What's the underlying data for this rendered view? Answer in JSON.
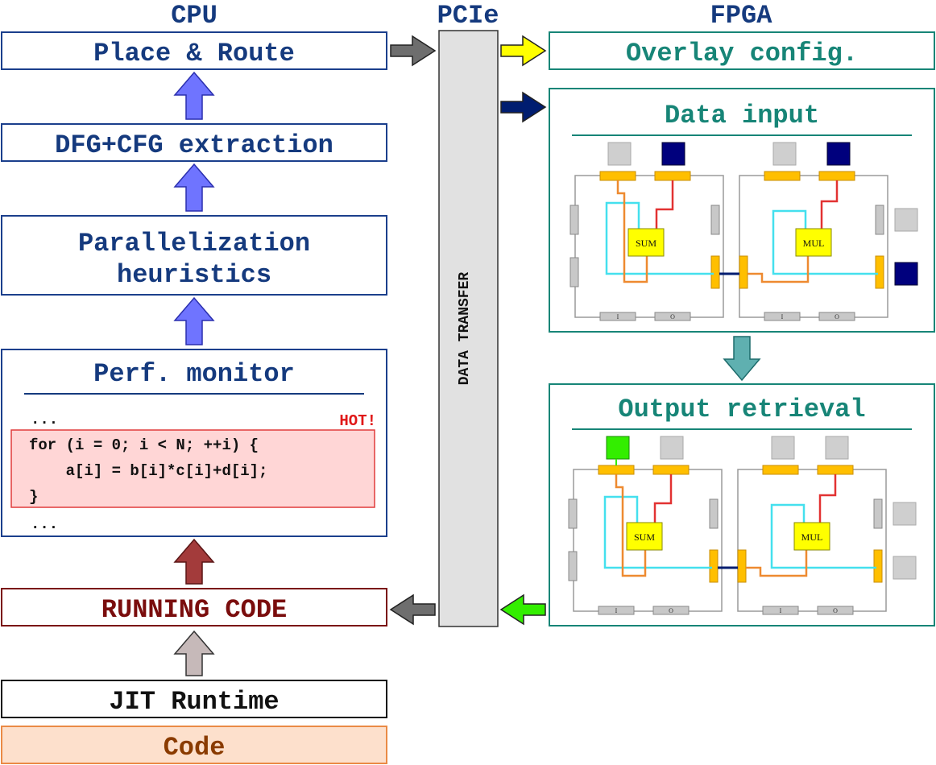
{
  "headers": {
    "cpu": "CPU",
    "pcie": "PCIe",
    "fpga": "FPGA"
  },
  "cpu": {
    "place_route": "Place & Route",
    "extraction": "DFG+CFG extraction",
    "parallelization_line1": "Parallelization",
    "parallelization_line2": "heuristics",
    "perf_monitor": "Perf. monitor",
    "running_code": "RUNNING CODE",
    "jit_runtime": "JIT Runtime",
    "code": "Code"
  },
  "perf_code": {
    "ellipsis_top": "...",
    "hot_label": "HOT!",
    "line1": "for (i = 0; i < N; ++i) {",
    "line2": "    a[i] = b[i]*c[i]+d[i];",
    "line3": "}",
    "ellipsis_bottom": "..."
  },
  "pcie": {
    "data_transfer": "DATA TRANSFER"
  },
  "fpga": {
    "overlay_config": "Overlay config.",
    "data_input": "Data input",
    "output_retrieval": "Output retrieval",
    "op_sum": "SUM",
    "op_mul": "MUL",
    "port_in": "I",
    "port_out": "O"
  },
  "colors": {
    "cpu_text": "#153a7e",
    "cpu_border": "#1b3f8c",
    "fpga_teal": "#178577",
    "running_red": "#7a0d0d",
    "hot_bg": "#ffd6d6",
    "hot_border": "#e03b3b",
    "code_bg": "#fde0cc",
    "code_border": "#ea8a45",
    "code_text": "#8a3b00",
    "pcie_bar": "#e1e1e1",
    "arrow_blue": "#6f74ff",
    "arrow_red": "#a33b3b",
    "arrow_grey": "#c6b9b9",
    "arrow_yellow": "#ffff00",
    "arrow_navy": "#001d70",
    "arrow_green": "#33ee00",
    "arrow_teal": "#5fb0b0",
    "arrow_dark_grey": "#6e6e6e",
    "sum_mul_fill": "#ffff00",
    "port_orange": "#ffbf00",
    "wire_cyan": "#44e0ee",
    "wire_red": "#e23232",
    "wire_orange": "#ee8a30",
    "io_navy": "#00007d",
    "io_green": "#33ee00",
    "io_grey": "#cfcfcf"
  }
}
